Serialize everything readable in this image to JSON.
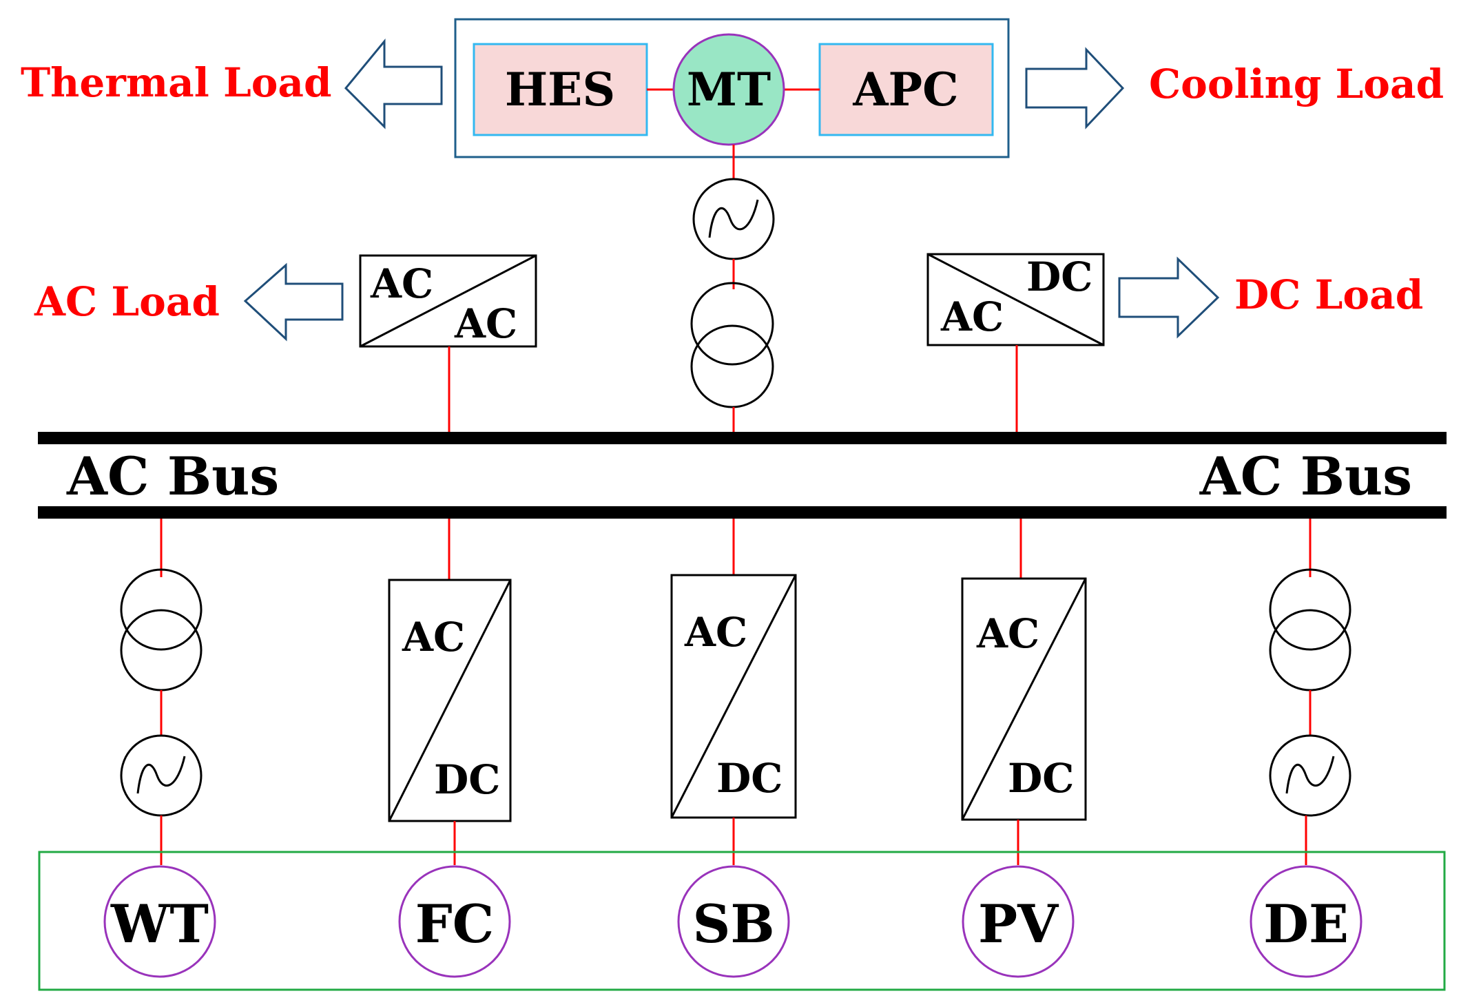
{
  "colors": {
    "load_text": "#ff0000",
    "wire": "#ff0000",
    "chp_frame": "#1f5f8b",
    "chp_box_fill": "#f8d8d8",
    "chp_box_border": "#33b8f0",
    "mt_fill": "#99e6c5",
    "node_circle": "#9933bb",
    "source_frame": "#22aa44",
    "arrow": "#1f4e79"
  },
  "chp": {
    "hes": "HES",
    "mt": "MT",
    "apc": "APC"
  },
  "loads": {
    "thermal": "Thermal Load",
    "cooling": "Cooling Load",
    "ac": "AC Load",
    "dc": "DC Load"
  },
  "converters": {
    "acac": {
      "top": "AC",
      "bottom": "AC"
    },
    "acdc": {
      "top": "DC",
      "bottom": "AC"
    },
    "fc": {
      "top": "AC",
      "bottom": "DC"
    },
    "sb": {
      "top": "AC",
      "bottom": "DC"
    },
    "pv": {
      "top": "AC",
      "bottom": "DC"
    }
  },
  "bus": {
    "left": "AC Bus",
    "right": "AC Bus"
  },
  "sources": [
    "WT",
    "FC",
    "SB",
    "PV",
    "DE"
  ],
  "icons": [
    "ac-generator-icon",
    "transformer-icon",
    "converter-icon",
    "arrow-icon"
  ]
}
